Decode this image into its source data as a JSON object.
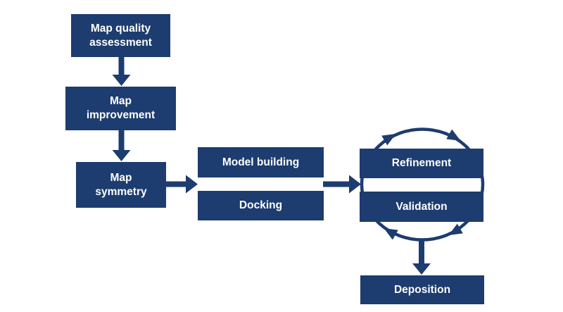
{
  "colors": {
    "node_fill": "#1d3c6f",
    "node_text": "#ffffff",
    "background": "#ffffff",
    "arrow": "#1d3c6f"
  },
  "nodes": {
    "map_quality_assessment": {
      "label": "Map quality\nassessment"
    },
    "map_improvement": {
      "label": "Map\nimprovement"
    },
    "map_symmetry": {
      "label": "Map\nsymmetry"
    },
    "model_building": {
      "label": "Model building"
    },
    "docking": {
      "label": "Docking"
    },
    "refinement": {
      "label": "Refinement"
    },
    "validation": {
      "label": "Validation"
    },
    "deposition": {
      "label": "Deposition"
    }
  },
  "edges": [
    {
      "from": "map_quality_assessment",
      "to": "map_improvement",
      "style": "block-arrow-down"
    },
    {
      "from": "map_improvement",
      "to": "map_symmetry",
      "style": "block-arrow-down"
    },
    {
      "from": "map_symmetry",
      "to": "model_building_and_docking",
      "style": "block-arrow-right"
    },
    {
      "from": "model_building_and_docking",
      "to": "refinement_and_validation",
      "style": "block-arrow-right"
    },
    {
      "from": "refinement",
      "to": "validation",
      "style": "clockwise-cycle-circle"
    },
    {
      "from": "refinement_and_validation",
      "to": "deposition",
      "style": "block-arrow-down"
    }
  ]
}
